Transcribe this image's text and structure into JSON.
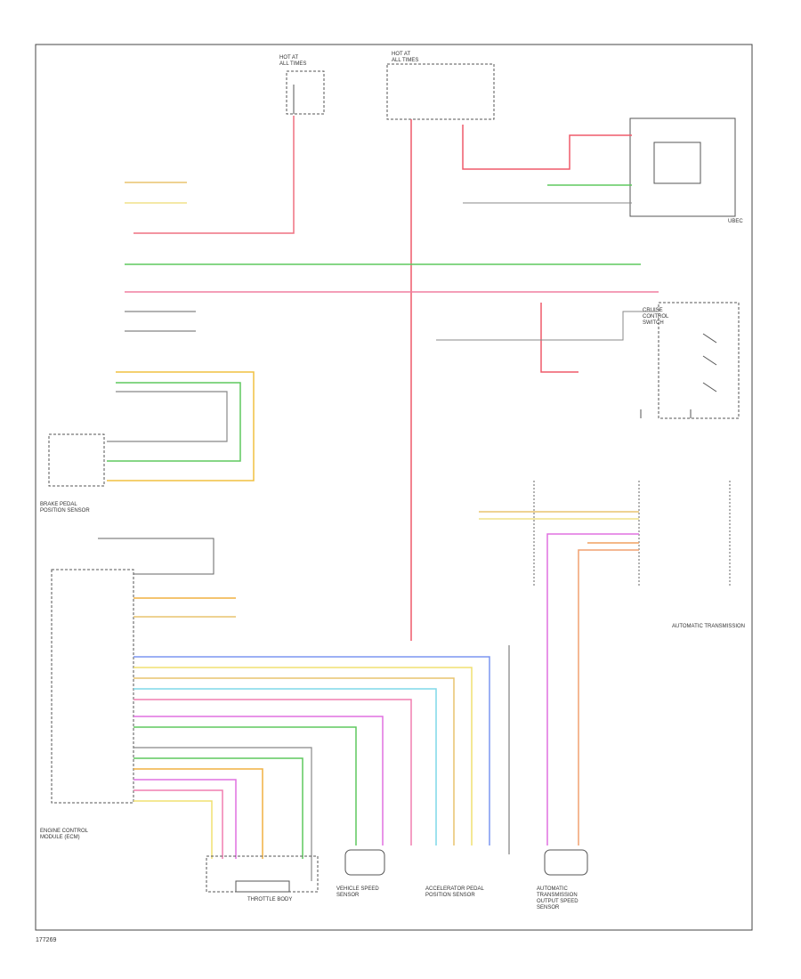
{
  "diagram": {
    "footer_code": "177269",
    "module_labels": {
      "tcm_top": [
        "HOT AT",
        "ALL TIMES"
      ],
      "fuse_top": [
        "HOT AT",
        "ALL TIMES"
      ],
      "auto_trans": "AUTOMATIC TRANSMISSION",
      "throttle_body": "THROTTLE BODY",
      "engine_ctrl": [
        "ENGINE CONTROL",
        "MODULE (ECM)"
      ],
      "brake_pedal": [
        "BRAKE PEDAL",
        "POSITION SENSOR"
      ],
      "vss": [
        "VEHICLE SPEED",
        "SENSOR"
      ],
      "accel_pedal": [
        "ACCELERATOR PEDAL",
        "POSITION SENSOR"
      ],
      "output_speed": [
        "AUTOMATIC",
        "TRANSMISSION",
        "OUTPUT SPEED",
        "SENSOR"
      ],
      "cruise_switch": [
        "CRUISE",
        "CONTROL",
        "SWITCH"
      ]
    }
  }
}
